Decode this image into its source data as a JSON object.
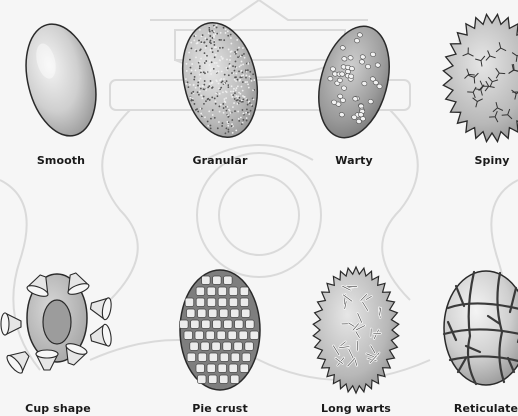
{
  "ornaments": [
    {
      "type": "smooth",
      "label": "Smooth"
    },
    {
      "type": "granular",
      "label": "Granular"
    },
    {
      "type": "warty",
      "label": "Warty"
    },
    {
      "type": "spiny",
      "label": "Spiny"
    },
    {
      "type": "cup",
      "label": "Cup shape"
    },
    {
      "type": "piecrust",
      "label": "Pie crust"
    },
    {
      "type": "longwarts",
      "label": "Long warts"
    },
    {
      "type": "reticulate",
      "label": "Reticulate"
    }
  ],
  "colors": {
    "background": "#f6f6f6",
    "watermark": "#d8d8d8",
    "fill_light": "#e8e8e8",
    "fill_mid": "#b9b9b9",
    "outline": "#2a2a2a"
  }
}
